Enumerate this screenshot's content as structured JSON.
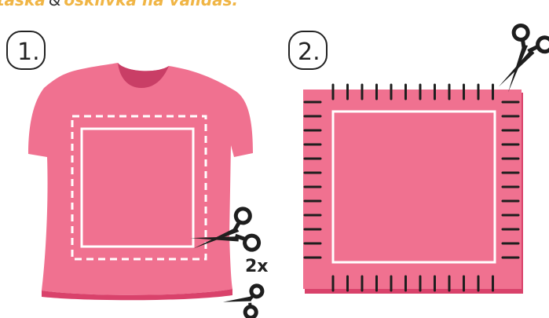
{
  "title": {
    "part1": "taška",
    "amp": "&",
    "part2": "ošklivka na validas:"
  },
  "steps": [
    {
      "label": "1."
    },
    {
      "label": "2."
    }
  ],
  "cut_multiplier": "2x",
  "colors": {
    "shirt": "#f07190",
    "shirt_dark": "#d9426b",
    "collar": "#c93e66",
    "outline": "#ffffff",
    "ink": "#1e1e1e",
    "title": "#f0b545"
  },
  "icons": [
    "scissors-icon",
    "scissors-icon",
    "scissors-icon"
  ]
}
